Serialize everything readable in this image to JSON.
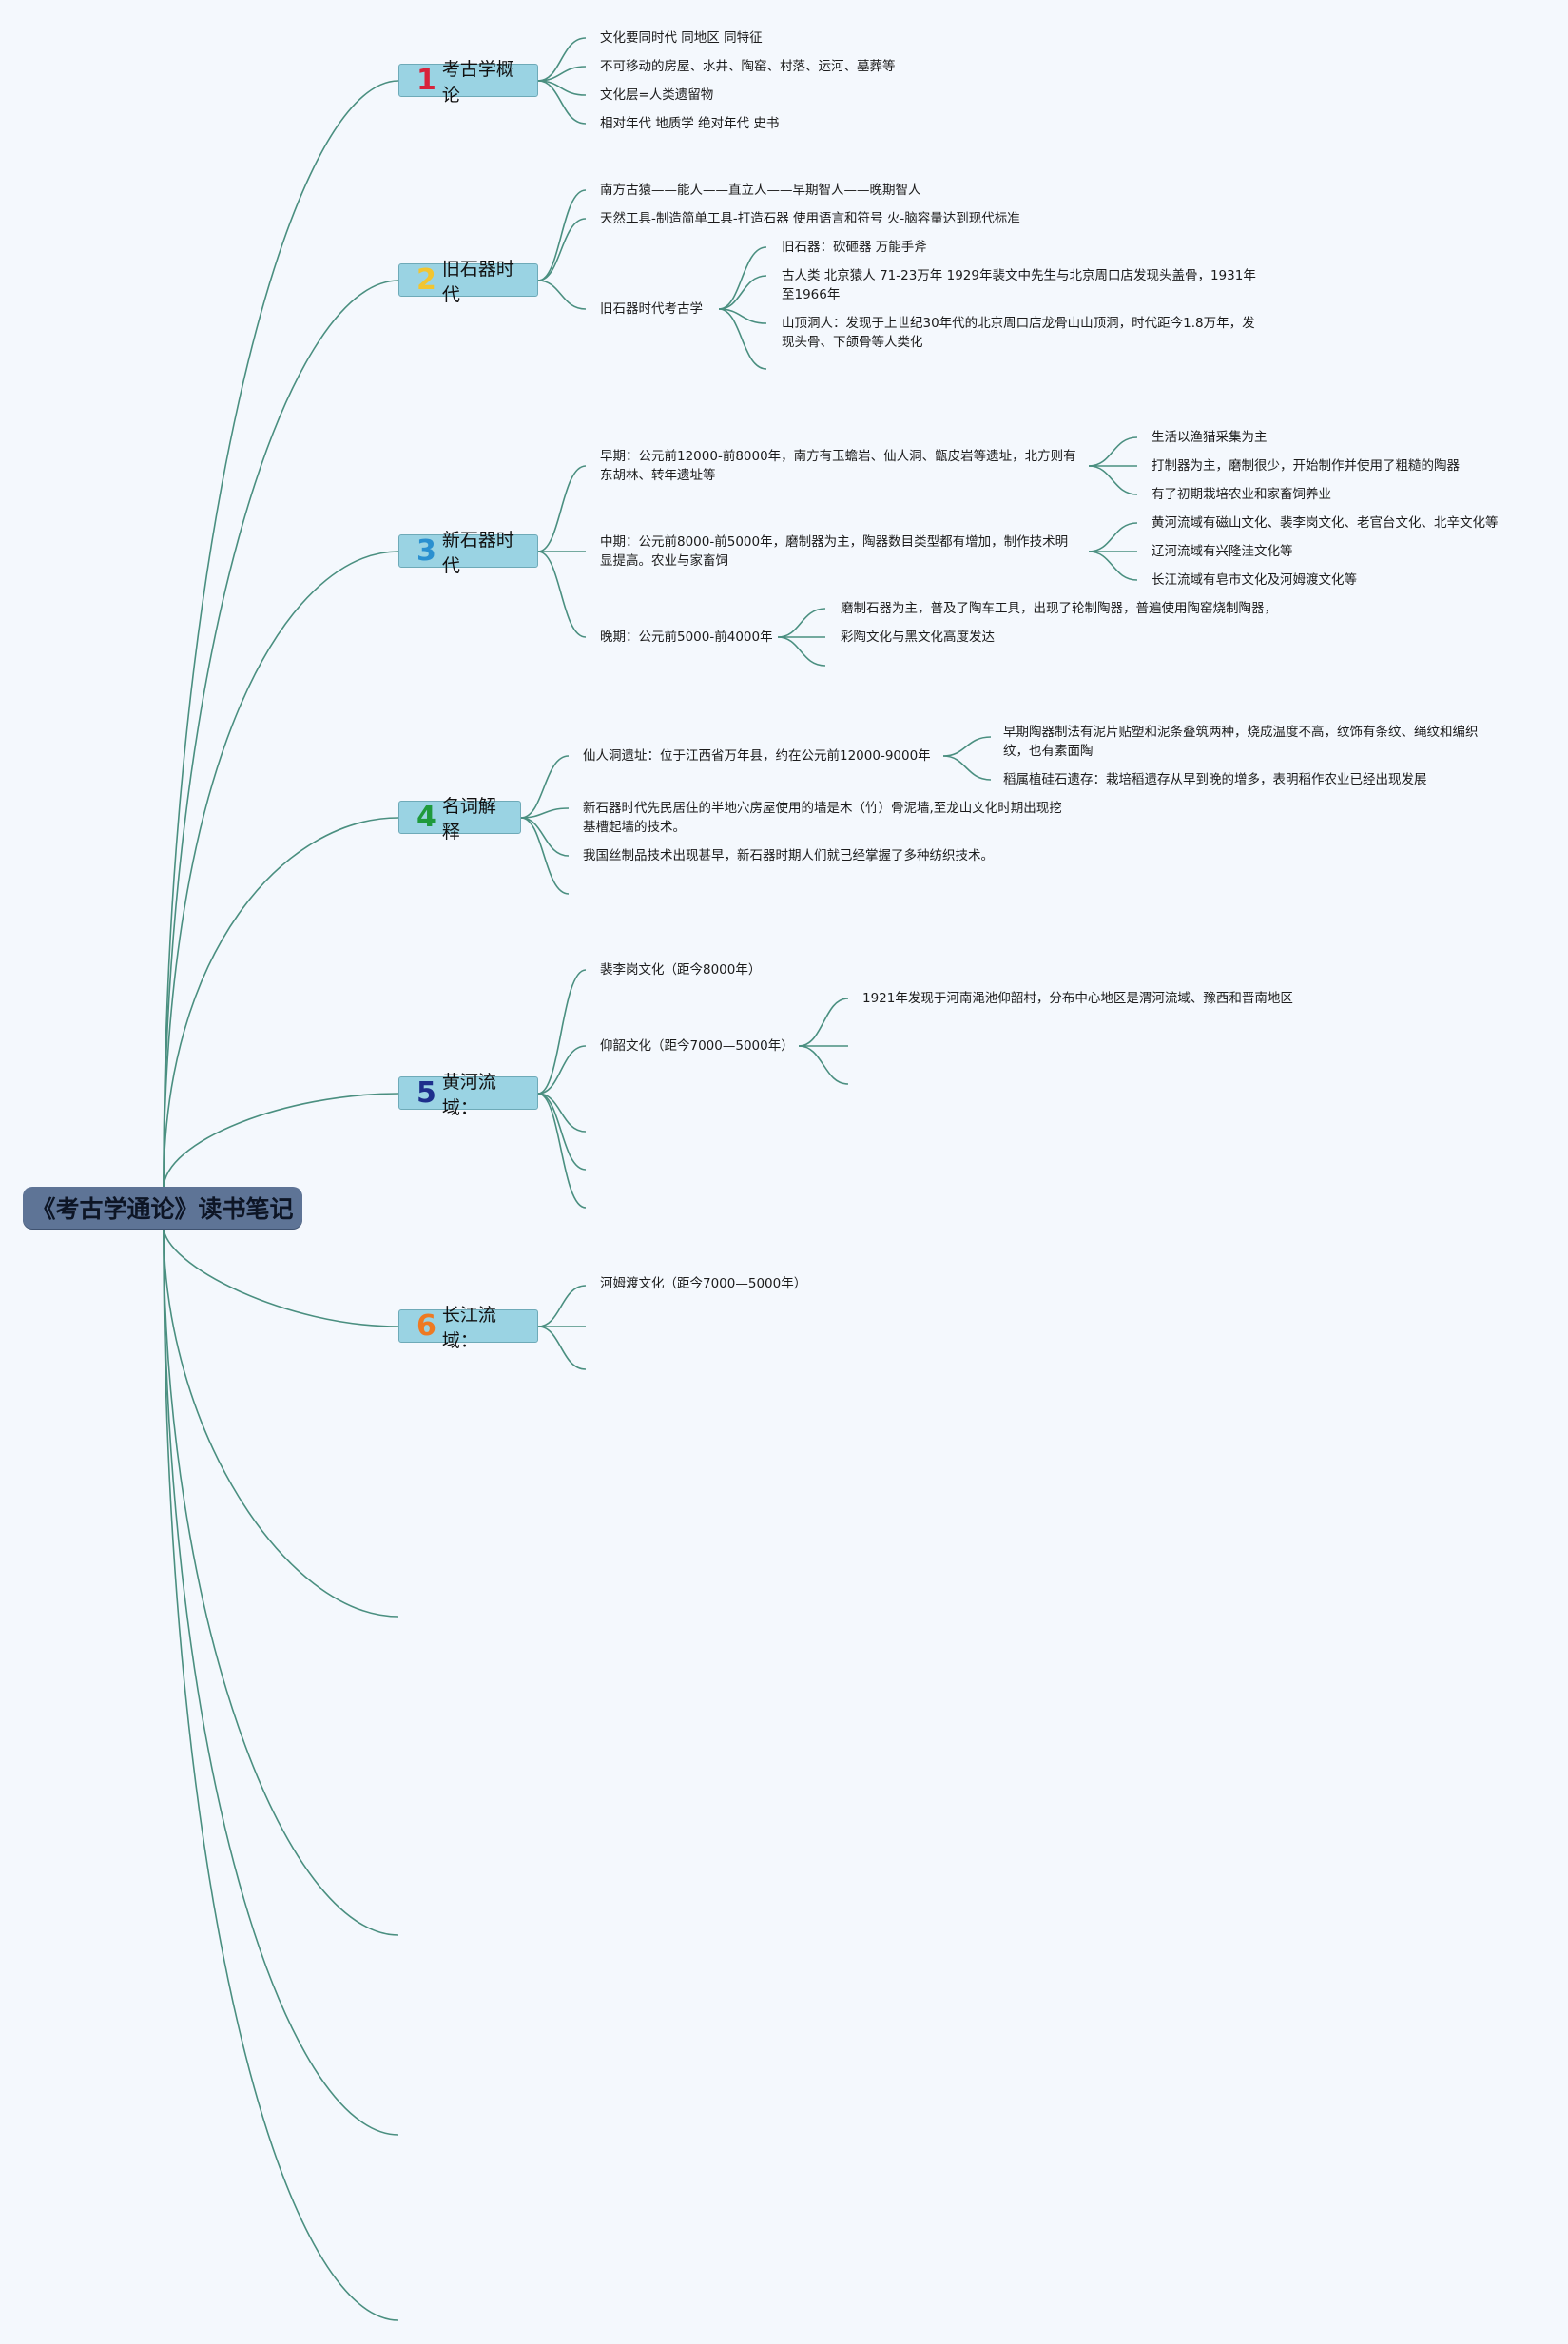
{
  "root": {
    "title": "《考古学通论》读书笔记"
  },
  "topics": [
    {
      "num": "1",
      "label": "考古学概论",
      "num_color": "#d8233b"
    },
    {
      "num": "2",
      "label": "旧石器时代",
      "num_color": "#f2c530"
    },
    {
      "num": "3",
      "label": "新石器时代",
      "num_color": "#2a90d0"
    },
    {
      "num": "4",
      "label": "名词解释",
      "num_color": "#1f9a3c"
    },
    {
      "num": "5",
      "label": "黄河流域：",
      "num_color": "#1d2f8c"
    },
    {
      "num": "6",
      "label": "长江流域：",
      "num_color": "#ee7a22"
    }
  ],
  "t1": [
    "文化要同时代 同地区 同特征",
    "不可移动的房屋、水井、陶窑、村落、运河、墓葬等",
    "文化层=人类遗留物",
    "相对年代 地质学 绝对年代 史书"
  ],
  "t2": {
    "a": "南方古猿——能人——直立人——早期智人——晚期智人",
    "b": "天然工具-制造简单工具-打造石器 使用语言和符号 火-脑容量达到现代标准",
    "c": "旧石器时代考古学",
    "c1": "旧石器：砍砸器 万能手斧",
    "c2": "古人类 北京猿人 71-23万年 1929年裴文中先生与北京周口店发现头盖骨，1931年至1966年",
    "c3": "山顶洞人：发现于上世纪30年代的北京周口店龙骨山山顶洞，时代距今1.8万年，发现头骨、下颌骨等人类化"
  },
  "t3": {
    "early": "早期：公元前12000-前8000年，南方有玉蟾岩、仙人洞、甑皮岩等遗址，北方则有东胡林、转年遗址等",
    "early_1": "生活以渔猎采集为主",
    "early_2": "打制器为主，磨制很少，开始制作并使用了粗糙的陶器",
    "early_3": "有了初期栽培农业和家畜饲养业",
    "mid": "中期：公元前8000-前5000年，磨制器为主，陶器数目类型都有增加，制作技术明显提高。农业与家畜饲",
    "mid_1": "黄河流域有磁山文化、裴李岗文化、老官台文化、北辛文化等",
    "mid_2": "辽河流域有兴隆洼文化等",
    "mid_3": "长江流域有皂市文化及河姆渡文化等",
    "late": "晚期：公元前5000-前4000年",
    "late_1": "磨制石器为主，普及了陶车工具，出现了轮制陶器，普遍使用陶窑烧制陶器，",
    "late_2": "彩陶文化与黑文化高度发达"
  },
  "t4": {
    "a": "仙人洞遗址：位于江西省万年县，约在公元前12000-9000年",
    "a1": "早期陶器制法有泥片贴塑和泥条叠筑两种，烧成温度不高，纹饰有条纹、绳纹和编织纹，也有素面陶",
    "a2": "稻属植硅石遗存：栽培稻遗存从早到晚的增多，表明稻作农业已经出现发展",
    "b": "新石器时代先民居住的半地穴房屋使用的墙是木（竹）骨泥墙,至龙山文化时期出现挖基槽起墙的技术。",
    "c": "我国丝制品技术出现甚早，新石器时期人们就已经掌握了多种纺织技术。"
  },
  "t5": {
    "a": "裴李岗文化（距今8000年）",
    "b": "仰韶文化（距今7000—5000年）",
    "b1": "1921年发现于河南渑池仰韶村，分布中心地区是渭河流域、豫西和晋南地区"
  },
  "t6": {
    "a": "河姆渡文化（距今7000—5000年）"
  },
  "colors": {
    "line": "#4a8f80",
    "topic_bg": "#9ad3e3",
    "root_bg": "#5e7496",
    "page_bg": "#f4f8fd"
  }
}
